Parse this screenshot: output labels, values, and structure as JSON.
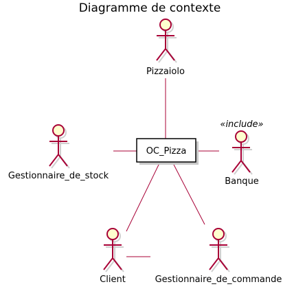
{
  "diagram": {
    "title": "Diagramme de contexte",
    "system": {
      "label": "OC_Pizza"
    },
    "actors": {
      "pizzaiolo": {
        "label": "Pizzaiolo"
      },
      "stock": {
        "label": "Gestionnaire_de_stock"
      },
      "banque": {
        "label": "Banque",
        "stereotype": "«include»"
      },
      "client": {
        "label": "Client"
      },
      "commande": {
        "label": "Gestionnaire_de_commande"
      }
    }
  },
  "colors": {
    "actor_fill": "#FEFECE",
    "actor_stroke": "#A80036",
    "link": "#A80036",
    "box_stroke": "#000000"
  }
}
